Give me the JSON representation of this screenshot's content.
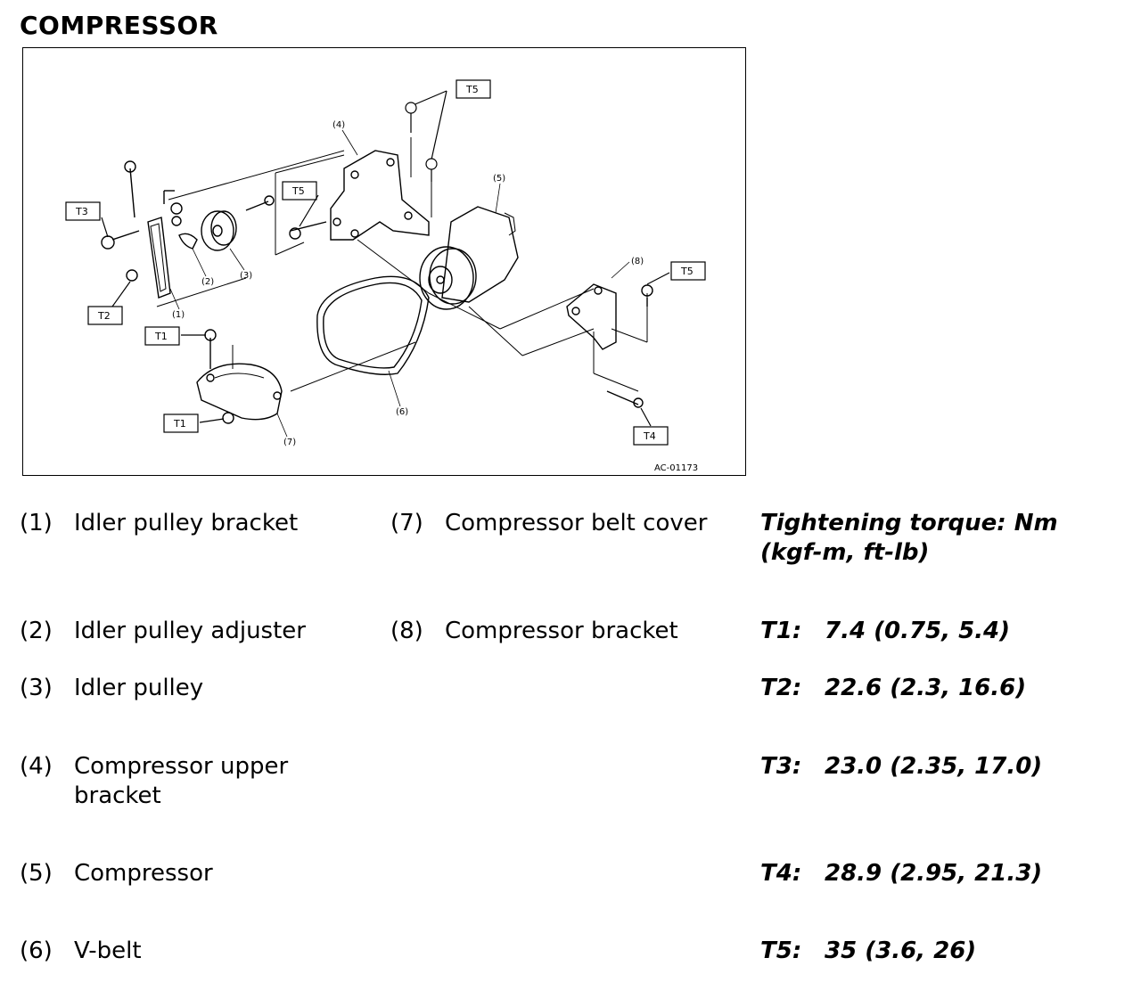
{
  "title": "COMPRESSOR",
  "figure": {
    "code": "AC-01173",
    "callouts": [
      "(1)",
      "(2)",
      "(3)",
      "(4)",
      "(5)",
      "(6)",
      "(7)",
      "(8)"
    ],
    "torque_tags": [
      "T1",
      "T2",
      "T3",
      "T4",
      "T5"
    ]
  },
  "parts_left": [
    {
      "num": "(1)",
      "name": "Idler pulley bracket"
    },
    {
      "num": "(2)",
      "name": "Idler pulley adjuster"
    },
    {
      "num": "(3)",
      "name": "Idler pulley"
    },
    {
      "num": "(4)",
      "name": "Compressor upper bracket"
    },
    {
      "num": "(5)",
      "name": "Compressor"
    },
    {
      "num": "(6)",
      "name": "V-belt"
    }
  ],
  "parts_right": [
    {
      "num": "(7)",
      "name": "Compressor belt cover"
    },
    {
      "num": "(8)",
      "name": "Compressor bracket"
    }
  ],
  "torque": {
    "heading_line1": "Tightening torque: Nm",
    "heading_line2": "(kgf-m, ft-lb)",
    "values": [
      {
        "label": "T1:",
        "value": "7.4 (0.75, 5.4)"
      },
      {
        "label": "T2:",
        "value": "22.6 (2.3, 16.6)"
      },
      {
        "label": "T3:",
        "value": "23.0 (2.35, 17.0)"
      },
      {
        "label": "T4:",
        "value": "28.9 (2.95, 21.3)"
      },
      {
        "label": "T5:",
        "value": "35 (3.6, 26)"
      }
    ]
  }
}
